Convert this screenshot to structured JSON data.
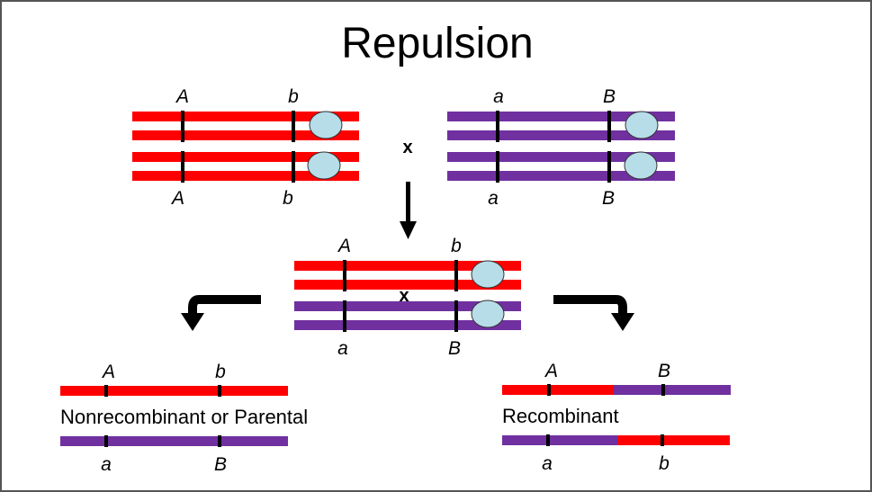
{
  "title": "Repulsion",
  "cross_symbol": "x",
  "parent1": {
    "top_alleles": [
      "A",
      "b"
    ],
    "bottom_alleles": [
      "A",
      "b"
    ]
  },
  "parent2": {
    "top_alleles": [
      "a",
      "B"
    ],
    "bottom_alleles": [
      "a",
      "B"
    ]
  },
  "f1": {
    "top_alleles": [
      "A",
      "b"
    ],
    "bottom_alleles": [
      "a",
      "B"
    ]
  },
  "parental": {
    "caption": "Nonrecombinant or Parental",
    "top_alleles": [
      "A",
      "b"
    ],
    "bottom_alleles": [
      "a",
      "B"
    ]
  },
  "recombinant": {
    "caption": "Recombinant",
    "top_alleles": [
      "A",
      "B"
    ],
    "bottom_alleles": [
      "a",
      "b"
    ]
  },
  "colors": {
    "red": "#ff0000",
    "purple": "#7030a0",
    "centromere": "#b7dde8"
  }
}
